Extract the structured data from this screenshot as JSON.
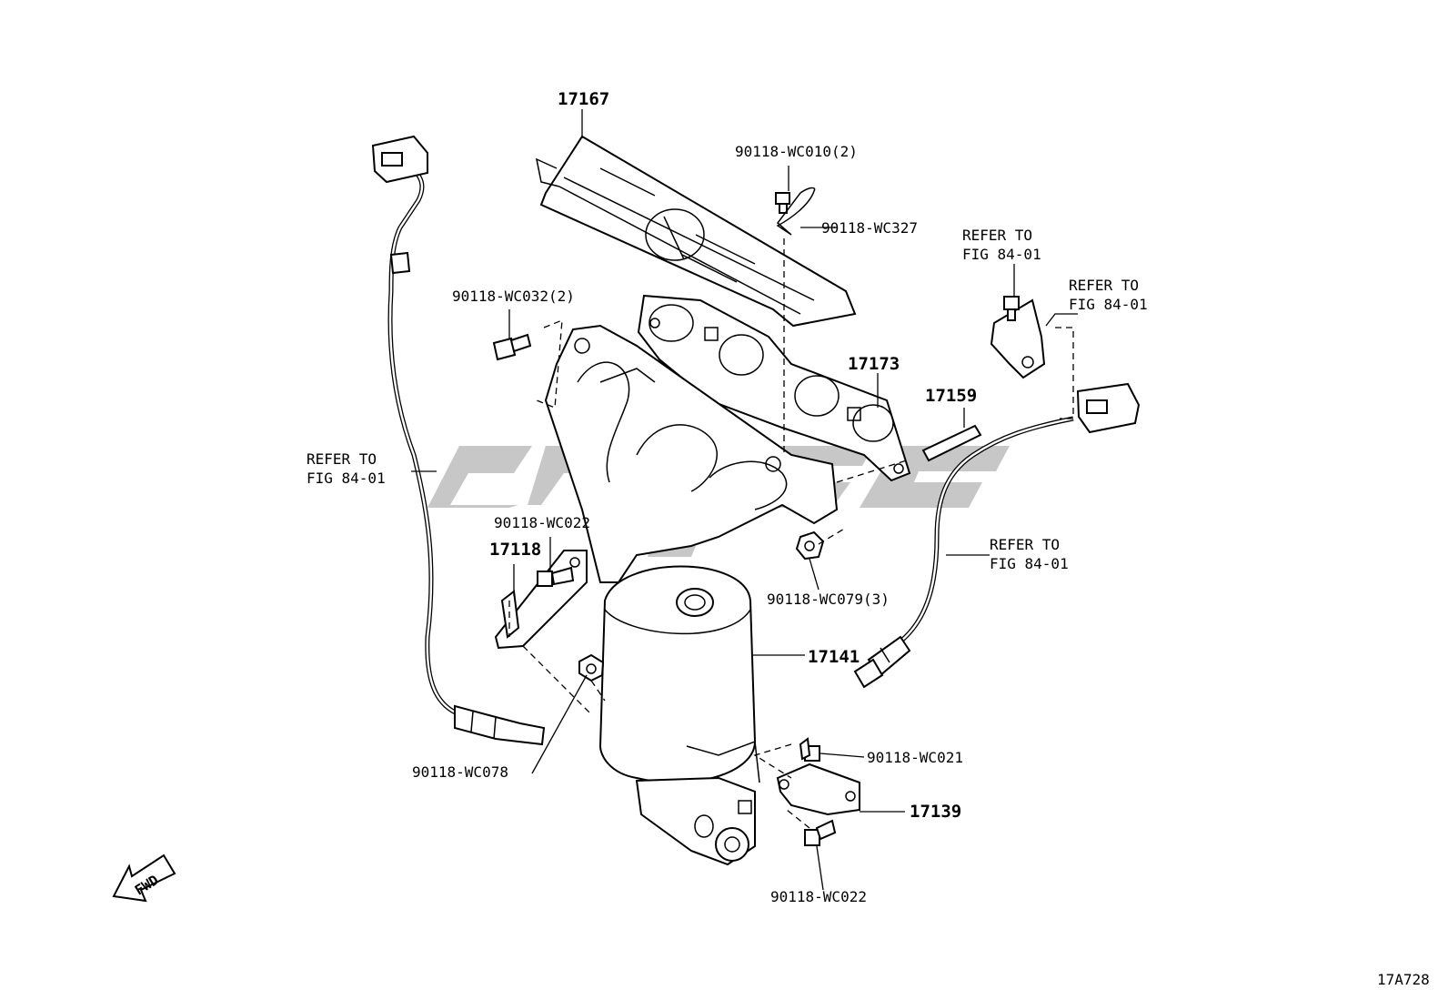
{
  "labels": {
    "p17167": "17167",
    "p90118_wc010": "90118-WC010(2)",
    "p90118_wc327": "90118-WC327",
    "p90118_wc032": "90118-WC032(2)",
    "p17173": "17173",
    "p17159": "17159",
    "refer_tl_1": "REFER TO",
    "refer_tl_2": "FIG 84-01",
    "refer_tr_1": "REFER TO",
    "refer_tr_2": "FIG 84-01",
    "refer_l_1": "REFER TO",
    "refer_l_2": "FIG 84-01",
    "refer_r_1": "REFER TO",
    "refer_r_2": "FIG 84-01",
    "p90118_wc022_a": "90118-WC022",
    "p17118": "17118",
    "p90118_wc079": "90118-WC079(3)",
    "p17141": "17141",
    "p90118_wc021": "90118-WC021",
    "p90118_wc078": "90118-WC078",
    "p17139": "17139",
    "p90118_wc022_b": "90118-WC022",
    "fwd": "FWD",
    "figure_id": "17A728"
  }
}
